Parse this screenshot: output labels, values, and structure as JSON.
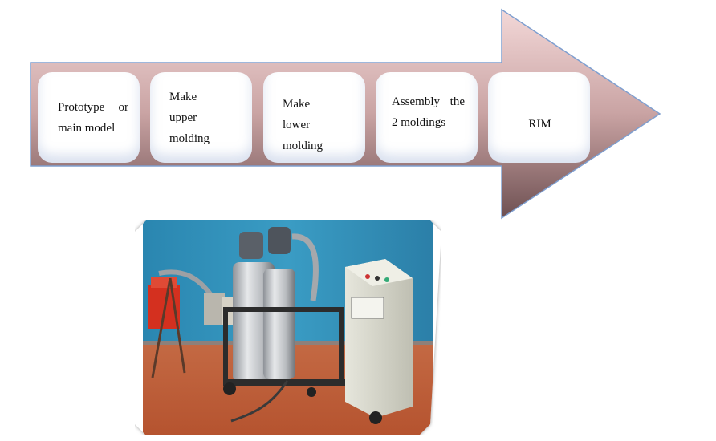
{
  "flow": {
    "steps": [
      {
        "label": "Prototype or main model"
      },
      {
        "label": "Make upper molding"
      },
      {
        "label": "Make lower molding"
      },
      {
        "label": "Assembly the 2 moldings"
      },
      {
        "label": "RIM"
      }
    ]
  },
  "colors": {
    "arrow_light": "#f0d2d2",
    "arrow_dark": "#7a5a5c",
    "arrow_border": "#7e9fd0",
    "wall_blue": "#2f8fb8",
    "floor_orange": "#c8643c",
    "cylinder_silver": "#c9ccd0",
    "cabinet_beige": "#dcdcd2"
  },
  "photo": {
    "subject": "RIM machine"
  }
}
